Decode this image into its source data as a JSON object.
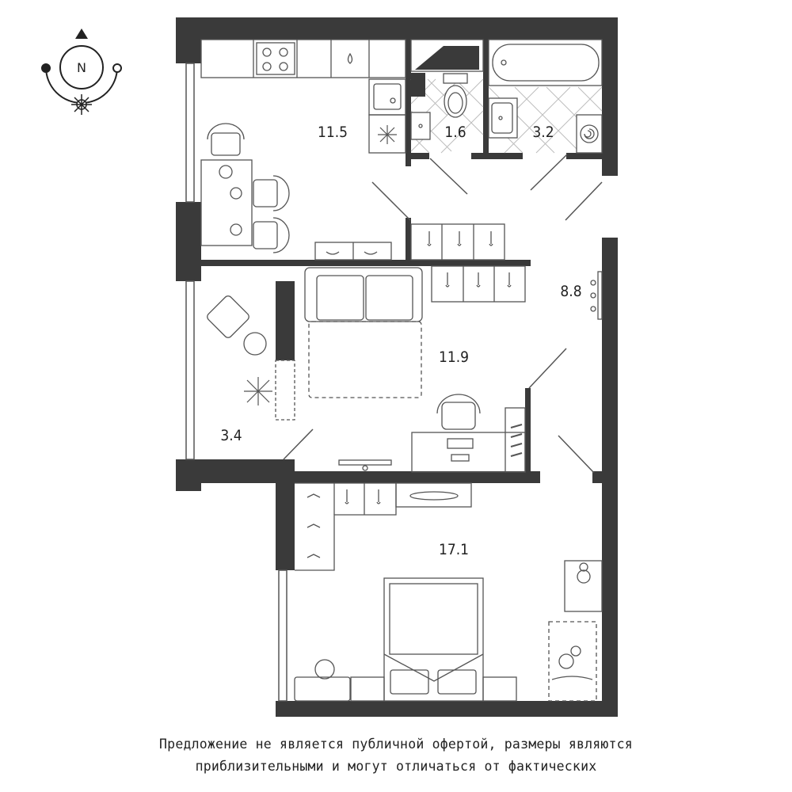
{
  "compass": {
    "letter": "N"
  },
  "rooms": {
    "kitchen": "11.5",
    "wc": "1.6",
    "bathroom": "3.2",
    "hall": "8.8",
    "living": "11.9",
    "balcony": "3.4",
    "bedroom": "17.1"
  },
  "disclaimer": {
    "line1": "Предложение не является публичной офертой, размеры являются",
    "line2": "приблизительными и могут отличаться от фактических"
  },
  "colors": {
    "wall": "#3a3a3a",
    "line": "#555555",
    "tile": "#bdbdbd"
  }
}
